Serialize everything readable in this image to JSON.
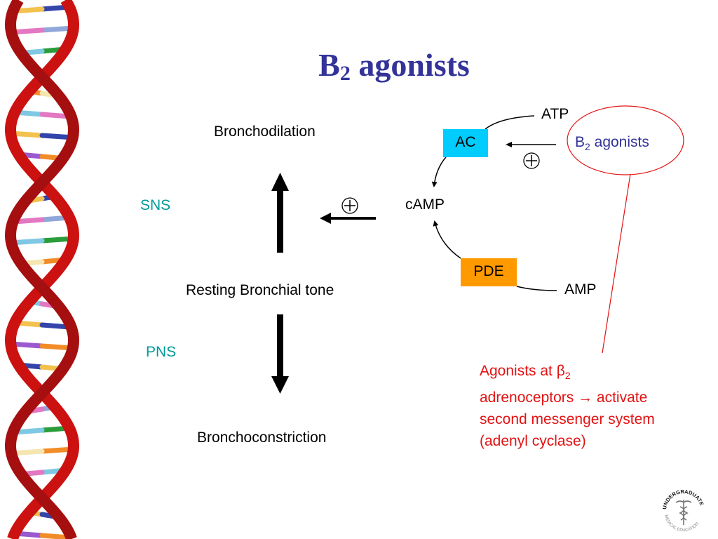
{
  "slide": {
    "title_main": "B",
    "title_sub": "2",
    "title_rest": " agonists"
  },
  "left_flow": {
    "top_label": "Bronchodilation",
    "middle_label": "Resting Bronchial tone",
    "bottom_label": "Bronchoconstriction",
    "sns_label": "SNS",
    "pns_label": "PNS",
    "plus_symbol": "+"
  },
  "cycle": {
    "atp": "ATP",
    "ac": "AC",
    "camp": "cAMP",
    "pde": "PDE",
    "amp": "AMP",
    "plus_symbol": "+",
    "agonist_main": "B",
    "agonist_sub": "2",
    "agonist_rest": " agonists"
  },
  "note": {
    "line1_main": "Agonists at β",
    "line1_sub": "2",
    "line2": "adrenoceptors → activate",
    "line3": "second messenger system",
    "line4": "(adenyl cyclase)"
  },
  "logo": {
    "text_top": "UNDERGRADUATE",
    "text_bottom": "MEDICAL EDUCATION"
  },
  "colors": {
    "title": "#333399",
    "teal": "#009999",
    "ac_box": "#00ccff",
    "pde_box": "#ff9900",
    "red": "#e31212",
    "dna_red": "#cc1111"
  }
}
